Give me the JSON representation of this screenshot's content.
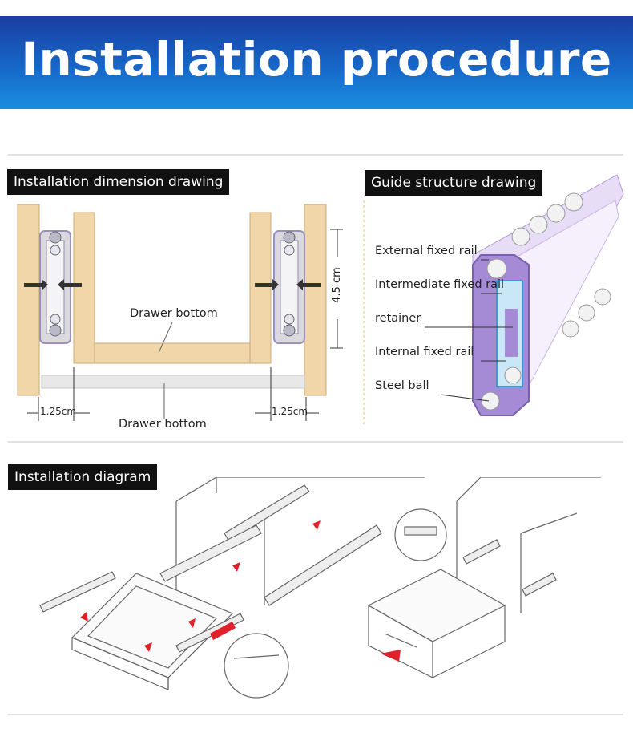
{
  "banner": {
    "title": "Installation procedure"
  },
  "dimension_drawing": {
    "heading": "Installation dimension drawing",
    "drawer_bottom_inner": "Drawer bottom",
    "drawer_bottom_outer": "Drawer bottom",
    "left_gap": "1.25cm",
    "right_gap": "1.25cm",
    "height": "4.5 cm"
  },
  "structure_drawing": {
    "heading": "Guide structure drawing",
    "parts": [
      "External fixed rail",
      "Intermediate fixed rail",
      "retainer",
      "Internal fixed rail",
      "Steel ball"
    ]
  },
  "installation_diagram": {
    "heading": "Installation diagram"
  },
  "colors": {
    "banner": "#1767c8",
    "wood": "#f0d6a8",
    "rail": "#b49ad9",
    "arrow": "#e0202a"
  }
}
